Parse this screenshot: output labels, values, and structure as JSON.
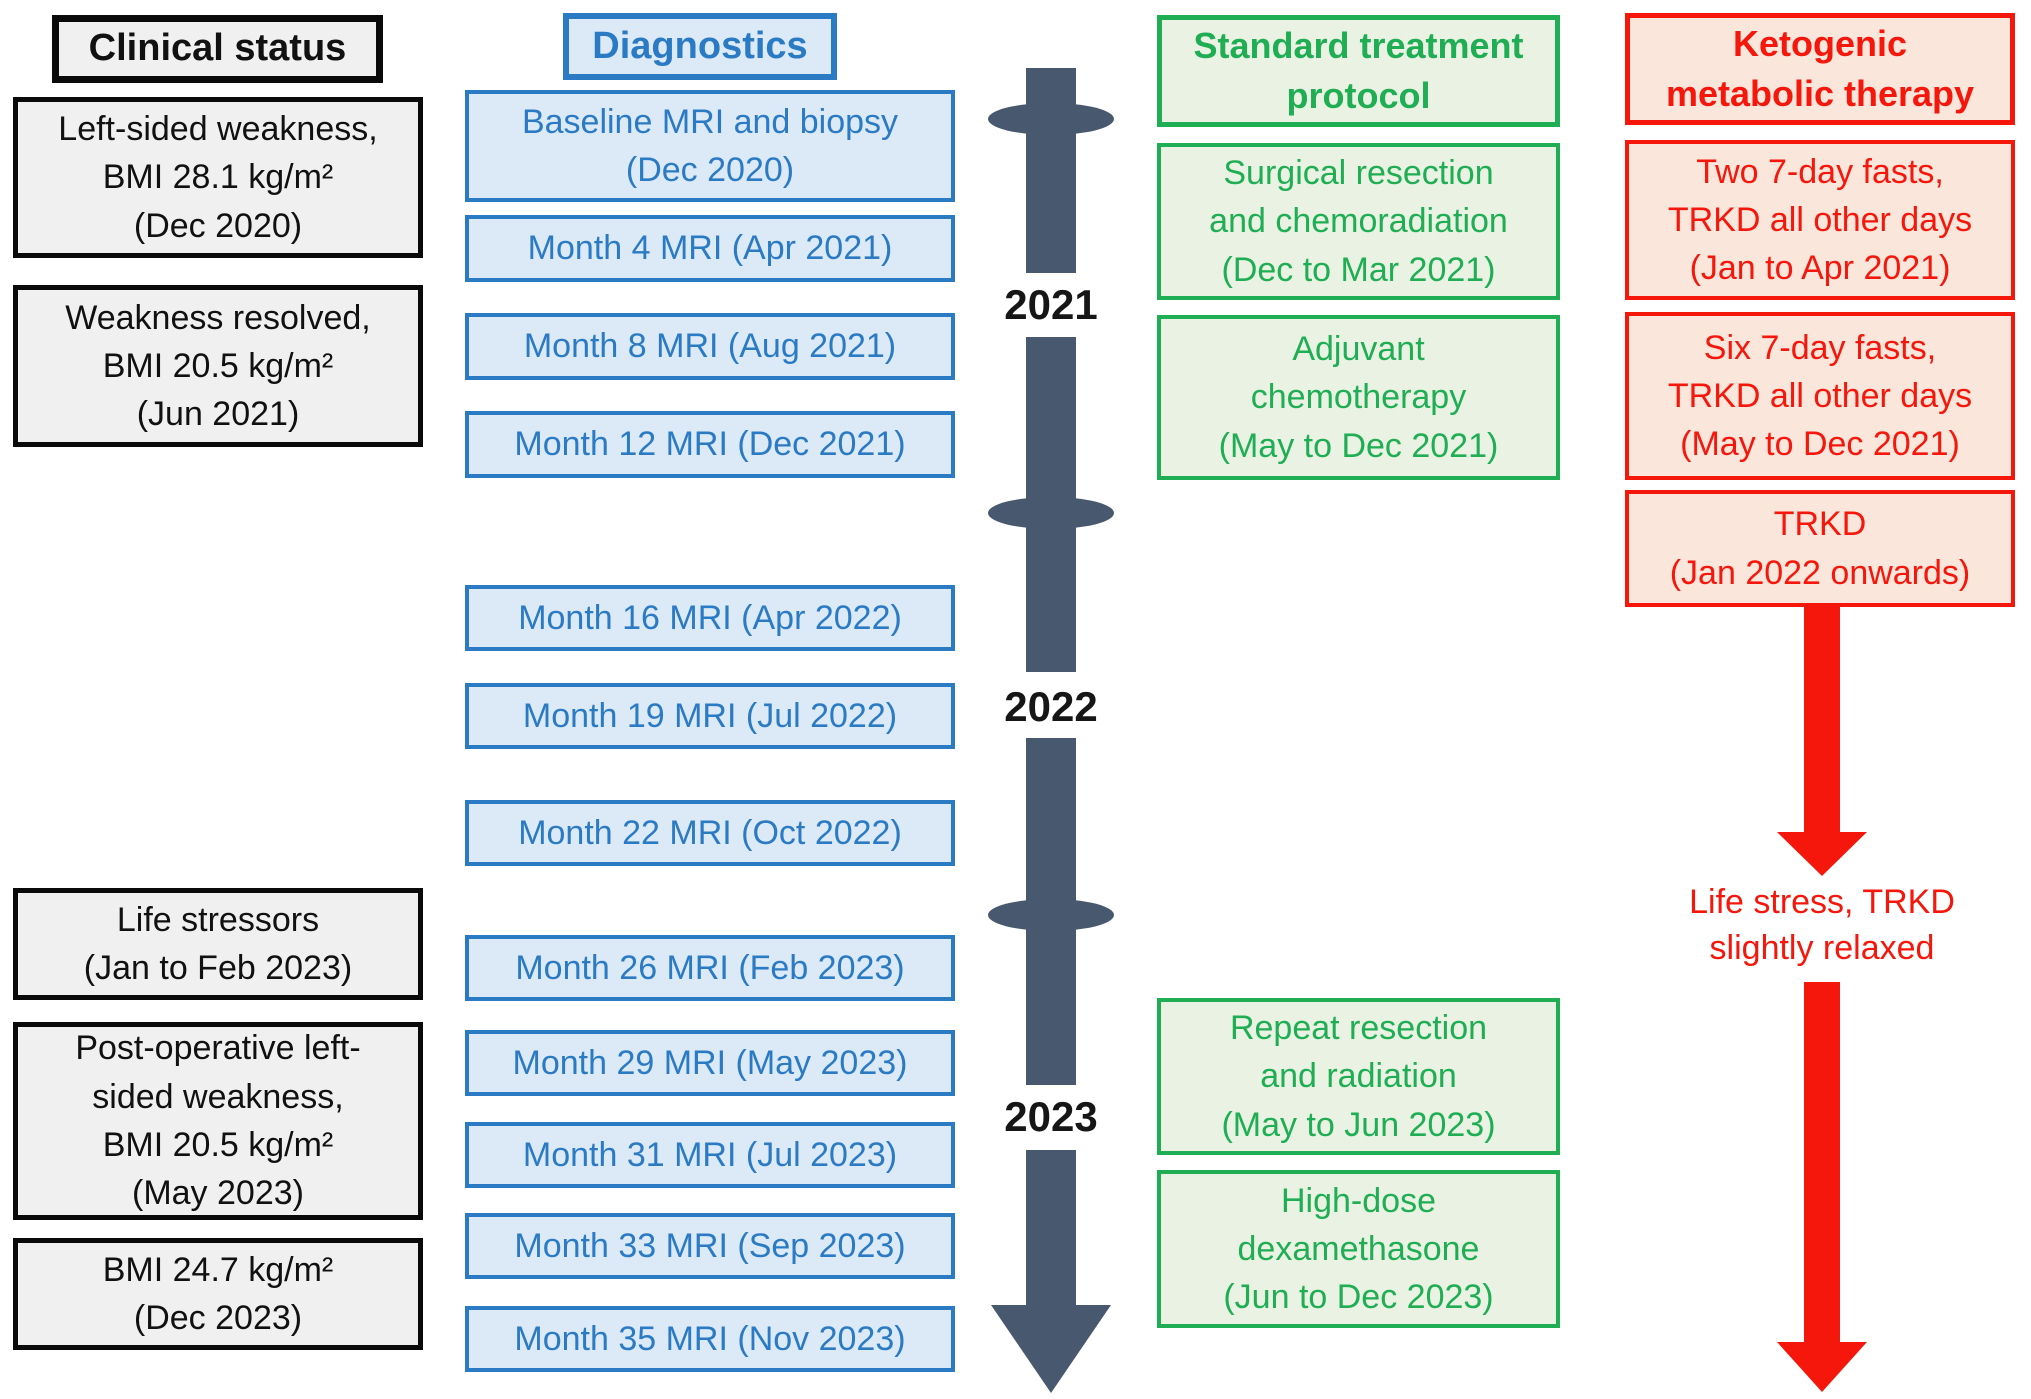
{
  "colors": {
    "clinical_accent": "#0a0a0a",
    "clinical_fill": "#f0f0f0",
    "diagnostics_accent": "#2b7bc4",
    "diagnostics_fill": "#dce9f7",
    "treatment_accent": "#1fae53",
    "treatment_fill": "#eaf2e3",
    "ketogenic_accent": "#f5170b",
    "ketogenic_fill": "#fbe6dc",
    "timeline_color": "#48586f"
  },
  "clinical": {
    "header": "Clinical status",
    "items": [
      {
        "lines": [
          "Left-sided weakness,",
          "BMI 28.1 kg/m²",
          "(Dec 2020)"
        ]
      },
      {
        "lines": [
          "Weakness resolved,",
          "BMI 20.5 kg/m²",
          "(Jun 2021)"
        ]
      },
      {
        "lines": [
          "Life stressors",
          "(Jan to Feb 2023)"
        ]
      },
      {
        "lines": [
          "Post-operative left-",
          "sided weakness,",
          "BMI 20.5 kg/m²",
          "(May 2023)"
        ]
      },
      {
        "lines": [
          "BMI 24.7 kg/m²",
          "(Dec 2023)"
        ]
      }
    ]
  },
  "diagnostics": {
    "header": "Diagnostics",
    "items": [
      {
        "lines": [
          "Baseline MRI and biopsy",
          "(Dec 2020)"
        ]
      },
      {
        "lines": [
          "Month 4 MRI (Apr 2021)"
        ]
      },
      {
        "lines": [
          "Month 8 MRI (Aug 2021)"
        ]
      },
      {
        "lines": [
          "Month 12 MRI (Dec 2021)"
        ]
      },
      {
        "lines": [
          "Month 16 MRI (Apr 2022)"
        ]
      },
      {
        "lines": [
          "Month 19 MRI (Jul 2022)"
        ]
      },
      {
        "lines": [
          "Month 22 MRI (Oct 2022)"
        ]
      },
      {
        "lines": [
          "Month 26 MRI (Feb 2023)"
        ]
      },
      {
        "lines": [
          "Month 29 MRI (May 2023)"
        ]
      },
      {
        "lines": [
          "Month 31 MRI (Jul 2023)"
        ]
      },
      {
        "lines": [
          "Month 33 MRI (Sep 2023)"
        ]
      },
      {
        "lines": [
          "Month 35 MRI (Nov 2023)"
        ]
      }
    ]
  },
  "timeline": {
    "years": [
      "2021",
      "2022",
      "2023"
    ]
  },
  "standard_treatment": {
    "header_lines": [
      "Standard treatment",
      "protocol"
    ],
    "items": [
      {
        "lines": [
          "Surgical resection",
          "and chemoradiation",
          "(Dec to Mar 2021)"
        ]
      },
      {
        "lines": [
          "Adjuvant",
          "chemotherapy",
          "(May to Dec 2021)"
        ]
      },
      {
        "lines": [
          "Repeat resection",
          "and radiation",
          "(May to Jun 2023)"
        ]
      },
      {
        "lines": [
          "High-dose",
          "dexamethasone",
          "(Jun to Dec 2023)"
        ]
      }
    ]
  },
  "ketogenic": {
    "header_lines": [
      "Ketogenic",
      "metabolic therapy"
    ],
    "items": [
      {
        "lines": [
          "Two 7-day fasts,",
          "TRKD all other days",
          "(Jan to Apr 2021)"
        ]
      },
      {
        "lines": [
          "Six 7-day fasts,",
          "TRKD all other days",
          "(May to Dec 2021)"
        ]
      },
      {
        "lines": [
          "TRKD",
          "(Jan 2022 onwards)"
        ]
      }
    ],
    "note_lines": [
      "Life stress, TRKD",
      "slightly relaxed"
    ]
  }
}
